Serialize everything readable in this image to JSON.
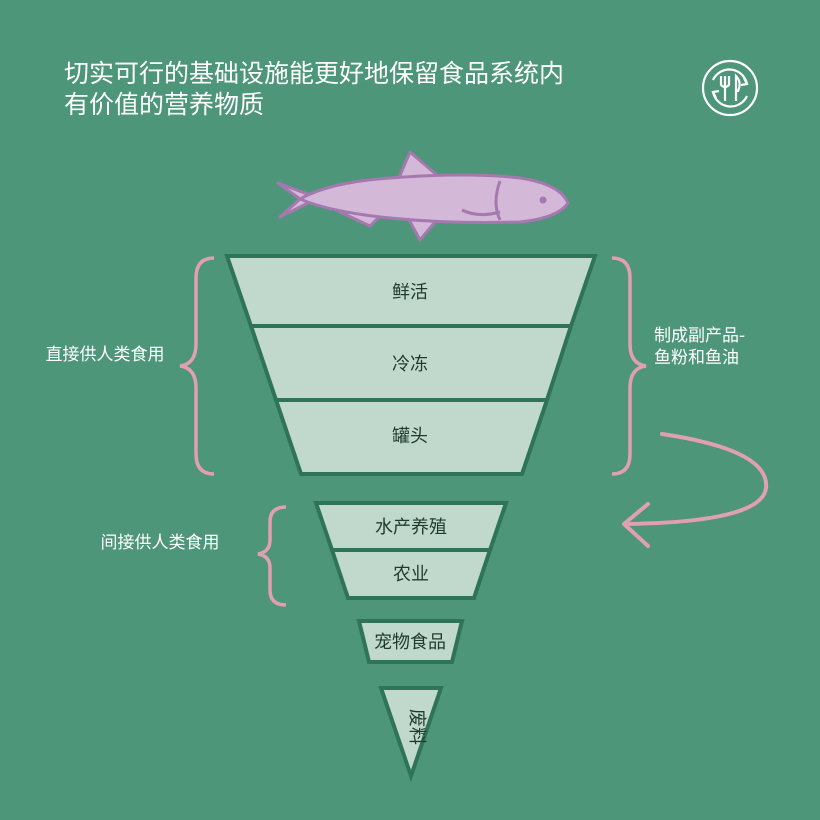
{
  "title": {
    "line1": "切实可行的基础设施能更好地保留食品系统内",
    "line2": "有价值的营养物质"
  },
  "icon": "circular-food-cycle-icon",
  "fish": "fish-illustration",
  "funnel": {
    "upper": [
      "鲜活",
      "冷冻",
      "罐头"
    ],
    "lower": [
      "水产养殖",
      "农业"
    ],
    "pet_food": "宠物食品",
    "waste": "废料"
  },
  "labels": {
    "direct": "直接供人类食用",
    "byproduct_line1": "制成副产品-",
    "byproduct_line2": "鱼粉和鱼油",
    "indirect": "间接供人类食用"
  },
  "colors": {
    "background": "#4e9679",
    "segment_fill": "#c1d8cc",
    "segment_border": "#2f7358",
    "bracket": "#e0a0b0",
    "fish_fill": "#d3b8d8",
    "fish_stroke": "#a678b0"
  }
}
